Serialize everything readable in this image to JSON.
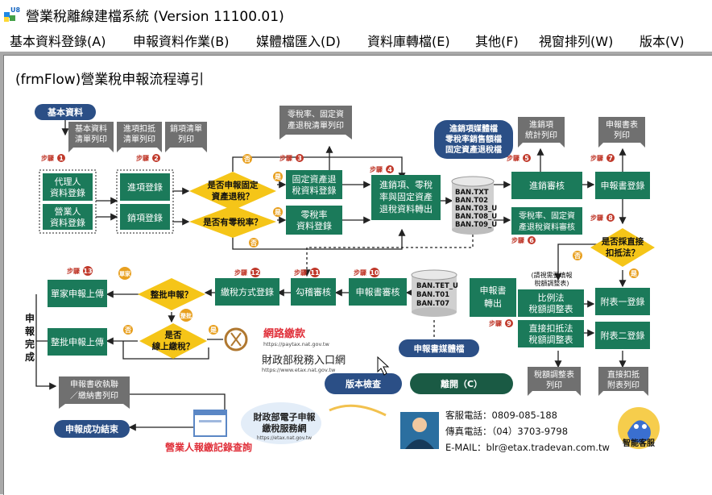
{
  "window": {
    "title": "營業稅離線建檔系統 (Version 11100.01)"
  },
  "menu": [
    {
      "label": "基本資料登錄(A)"
    },
    {
      "label": "申報資料作業(B)"
    },
    {
      "label": "媒體檔匯入(D)"
    },
    {
      "label": "資料庫轉檔(E)"
    },
    {
      "label": "其他(F)"
    },
    {
      "label": "視窗排列(W)"
    },
    {
      "label": "版本(V)"
    }
  ],
  "child": {
    "title": "(frmFlow)營業稅申報流程導引"
  },
  "flow": {
    "basic_data": "基本資料",
    "basic_list": [
      "基本資料",
      "清單列印"
    ],
    "deduct_list": [
      "進項扣抵",
      "清單列印"
    ],
    "sales_list": [
      "銷項清單",
      "列印"
    ],
    "agent_login": [
      "代理人",
      "資料登錄"
    ],
    "biz_login": [
      "營業人",
      "資料登錄"
    ],
    "purchase_login": "進項登錄",
    "sales_login": "銷項登錄",
    "q_fixed": [
      "是否申報固定",
      "資產退稅？"
    ],
    "q_zero": "是否有零稅率？",
    "zero_list": [
      "零稅率、固定資",
      "產退稅清單列印"
    ],
    "fixed_login": [
      "固定資產退",
      "稅資料登錄"
    ],
    "zero_login": [
      "零稅率",
      "資料登錄"
    ],
    "convert": [
      "進銷項、零稅",
      "率與固定資產",
      "退稅資料轉出"
    ],
    "media_label": [
      "進銷項媒體檔",
      "零稅率銷售額檔",
      "固定資產退稅檔"
    ],
    "db_files": [
      "BAN.TXT",
      "BAN.T02",
      "BAN.T03_U",
      "BAN.T08_U",
      "BAN.T09_U"
    ],
    "stat_print": [
      "進銷項",
      "統計列印"
    ],
    "review": "進銷審核",
    "zero_review": [
      "零稅率、固定資",
      "產退稅資料審核"
    ],
    "report_print": [
      "申報書表",
      "列印"
    ],
    "report_login": "申報書登錄",
    "q_direct": [
      "是否採直接",
      "扣抵法？"
    ],
    "note": [
      "(請視需要填報",
      "稅額調整表)"
    ],
    "ratio_table": [
      "比例法",
      "稅額調整表"
    ],
    "direct_table": [
      "直接扣抵法",
      "稅額調整表"
    ],
    "annex1": "附表一登錄",
    "annex2": "附表二登錄",
    "tax_adj_print": [
      "稅額調整表",
      "列印"
    ],
    "annex_print": [
      "直接扣抵",
      "附表列印"
    ],
    "report_out": [
      "申報書",
      "轉出"
    ],
    "report_files": [
      "BAN.TET_U",
      "BAN.T01",
      "BAN.T07"
    ],
    "report_media": "申報書媒體檔",
    "report_review": "申報書審核",
    "check_review": "勾稽審核",
    "pay_method": "繳稅方式登錄",
    "q_batch": "整批申報？",
    "single_upload": "單家申報上傳",
    "batch_upload": "整批申報上傳",
    "q_online": [
      "是否",
      "線上繳稅？"
    ],
    "netpay_title": "網路繳款",
    "netpay_url": "https://paytax.nat.gov.tw",
    "etax_title": "財政部稅務入口網",
    "etax_url": "https://www.etax.nat.gov.tw",
    "done_vertical": [
      "申",
      "報",
      "完",
      "成"
    ],
    "receipt_print": [
      "申報書收執聯",
      "／繳納書列印"
    ],
    "success": "申報成功結束",
    "efile_title": [
      "財政部電子申報",
      "繳稅服務網"
    ],
    "efile_url": "https://etax.nat.gov.tw",
    "record_query": "營業人報繳記錄查詢",
    "btn_version": "版本檢查",
    "btn_exit": "離開（C）",
    "yes": "是",
    "no": "否",
    "single_tag": "單家",
    "batch_tag": "整批",
    "steps": [
      "步驟",
      "1",
      "2",
      "3",
      "4",
      "5",
      "6",
      "7",
      "8",
      "9",
      "10",
      "11",
      "12",
      "13"
    ],
    "service_phone": "客服電話：0809-085-188",
    "fax": "傳真電話：（04）3703-9798",
    "email": "E-MAIL：blr@etax.tradevan.com.tw",
    "bot_label": "智能客服"
  },
  "colors": {
    "green": "#1b7a5a",
    "navy": "#2b4f86",
    "gray": "#707070",
    "yellow": "#f5c518",
    "step_red": "#c0392b",
    "badge": "#e8a020",
    "link_red": "#e0303a"
  }
}
